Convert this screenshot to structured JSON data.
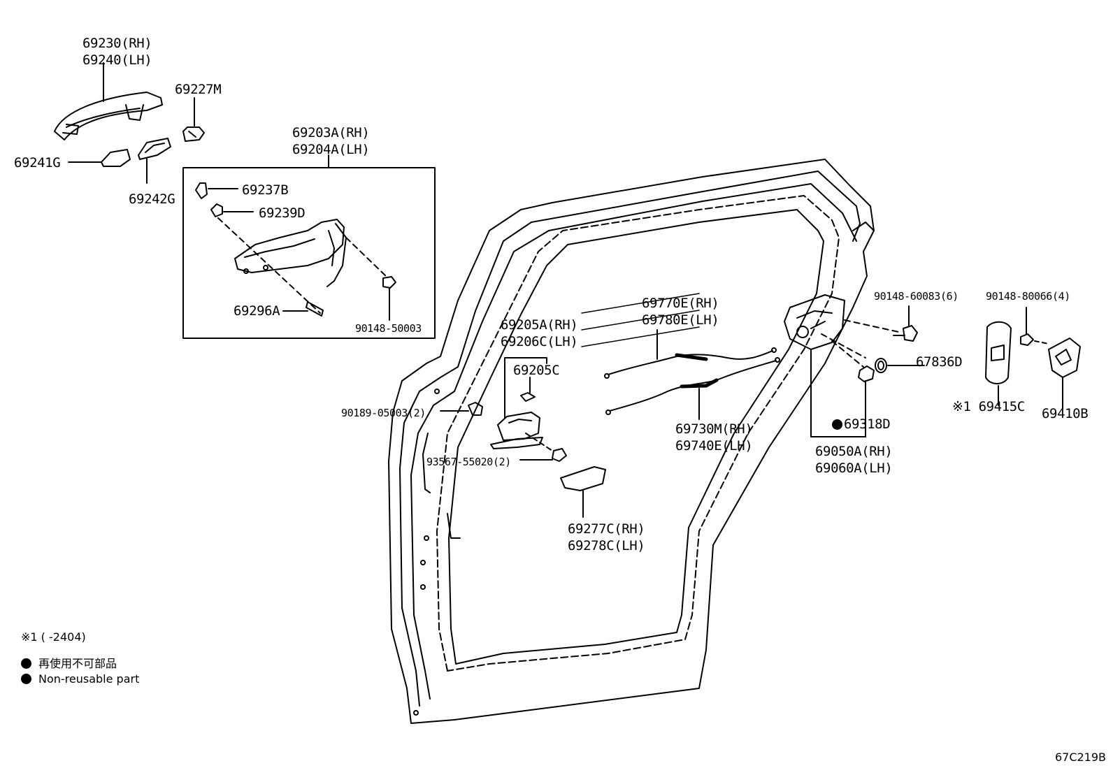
{
  "labels": {
    "l_69230": [
      "69230(RH)",
      "69240(LH)"
    ],
    "l_69227M": [
      "69227M"
    ],
    "l_69241G": [
      "69241G"
    ],
    "l_69242G": [
      "69242G"
    ],
    "l_69203A": [
      "69203A(RH)",
      "69204A(LH)"
    ],
    "l_69237B": [
      "69237B"
    ],
    "l_69239D": [
      "69239D"
    ],
    "l_69296A": [
      "69296A"
    ],
    "l_90148_50003": [
      "90148-50003"
    ],
    "l_69205A": [
      "69205A(RH)",
      "69206C(LH)"
    ],
    "l_69205C": [
      "69205C"
    ],
    "l_90189": [
      "90189-05003(2)"
    ],
    "l_93567": [
      "93567-55020(2)"
    ],
    "l_69277C": [
      "69277C(RH)",
      "69278C(LH)"
    ],
    "l_69770E": [
      "69770E(RH)",
      "69780E(LH)"
    ],
    "l_69730M": [
      "69730M(RH)",
      "69740E(LH)"
    ],
    "l_90148_60083": [
      "90148-60083(6)"
    ],
    "l_67836D": [
      "67836D"
    ],
    "l_69318D": [
      "69318D"
    ],
    "l_69050A": [
      "69050A(RH)",
      "69060A(LH)"
    ],
    "l_90148_80066": [
      "90148-80066(4)"
    ],
    "l_69415C": [
      "※1 69415C"
    ],
    "l_69410B": [
      "69410B"
    ]
  },
  "legend": {
    "note": "※1 (      -2404)",
    "jp": "再使用不可部品",
    "en": "Non-reusable part"
  },
  "diagram_code": "67C219B",
  "colors": {
    "line": "#000000",
    "background": "#ffffff"
  }
}
